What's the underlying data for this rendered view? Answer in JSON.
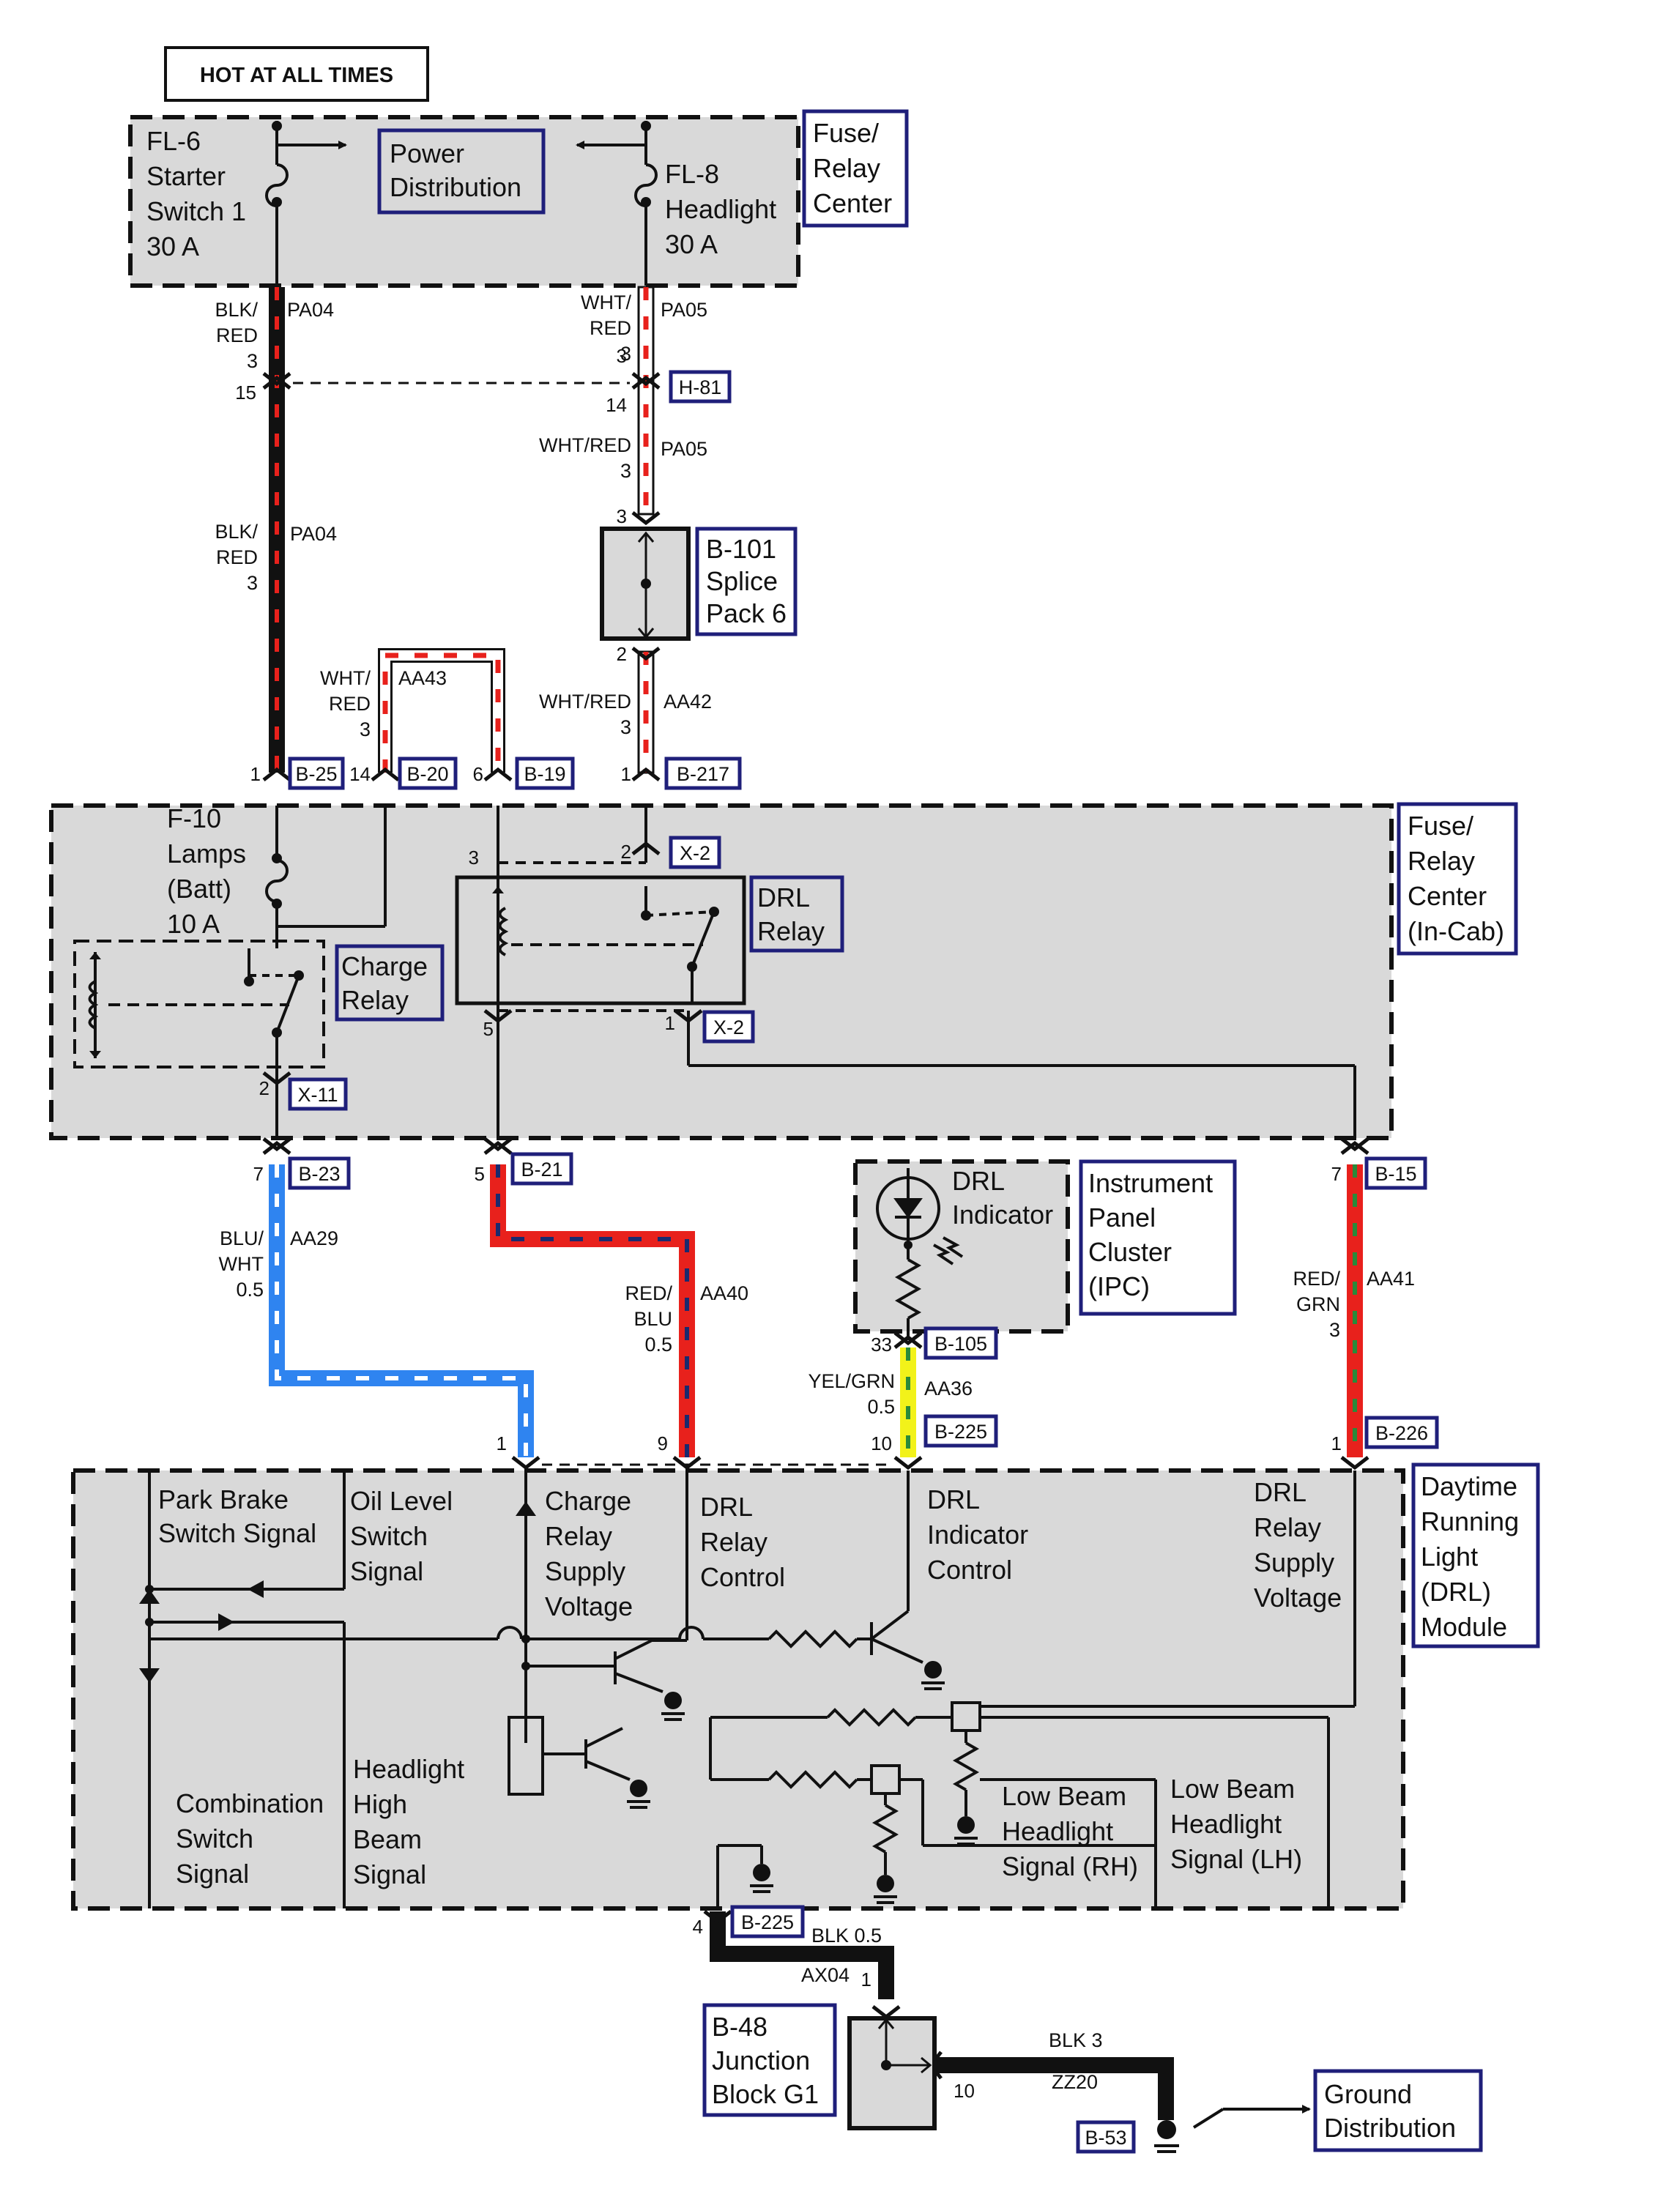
{
  "header": {
    "hot": "HOT AT ALL TIMES"
  },
  "top_box": {
    "fuse_left": [
      "FL-6",
      "Starter",
      "Switch 1",
      "30 A"
    ],
    "fuse_right": [
      "FL-8",
      "Headlight",
      "30 A"
    ],
    "power_dist": [
      "Power",
      "Distribution"
    ],
    "side": [
      "Fuse/",
      "Relay",
      "Center"
    ]
  },
  "wires": {
    "pa04_top": {
      "color": [
        "BLK/",
        "RED"
      ],
      "gauge": "3",
      "circuit": "PA04"
    },
    "pa05_top": {
      "color": [
        "WHT/",
        "RED"
      ],
      "gauge": "3",
      "circuit": "PA05"
    },
    "pa05_mid": {
      "color": "WHT/RED",
      "gauge": "3",
      "circuit": "PA05"
    },
    "pa04_mid": {
      "color": [
        "BLK/",
        "RED"
      ],
      "gauge": "3",
      "circuit": "PA04"
    },
    "aa43": {
      "color": [
        "WHT/",
        "RED"
      ],
      "gauge": "3",
      "circuit": "AA43"
    },
    "aa42": {
      "color": "WHT/RED",
      "gauge": "3",
      "circuit": "AA42"
    },
    "aa29": {
      "color": [
        "BLU/",
        "WHT"
      ],
      "gauge": "0.5",
      "circuit": "AA29"
    },
    "aa40": {
      "color": [
        "RED/",
        "BLU"
      ],
      "gauge": "0.5",
      "circuit": "AA40"
    },
    "aa36": {
      "color": "YEL/GRN",
      "gauge": "0.5",
      "circuit": "AA36"
    },
    "aa41": {
      "color": [
        "RED/",
        "GRN"
      ],
      "gauge": "3",
      "circuit": "AA41"
    },
    "ground1": {
      "label": "BLK 0.5",
      "circuit": "AX04"
    },
    "ground2": {
      "label": "BLK 3",
      "circuit": "ZZ20"
    }
  },
  "connectors": {
    "h81": "H-81",
    "b25": "B-25",
    "b20": "B-20",
    "b19": "B-19",
    "b217": "B-217",
    "x2a": "X-2",
    "x2b": "X-2",
    "x11": "X-11",
    "b23": "B-23",
    "b21": "B-21",
    "b105": "B-105",
    "b225a": "B-225",
    "b15": "B-15",
    "b226": "B-226",
    "b225b": "B-225",
    "b53": "B-53"
  },
  "pins": {
    "p15": "15",
    "p3a": "3",
    "p3b": "3",
    "p14h": "14",
    "p3c": "3",
    "p2s": "2",
    "p1b25": "1",
    "p14b20": "14",
    "p6b19": "6",
    "p1b217": "1",
    "p3x": "3",
    "p2x": "2",
    "p5x": "5",
    "p1x": "1",
    "p2x11": "2",
    "p7b23": "7",
    "p5b21": "5",
    "p33": "33",
    "p7b15": "7",
    "p1m": "1",
    "p9m": "9",
    "p10m": "10",
    "p1b226": "1",
    "p4": "4",
    "p1j": "1",
    "p10j": "10"
  },
  "splice": [
    "B-101",
    "Splice",
    "Pack 6"
  ],
  "incab": {
    "fuse": [
      "F-10",
      "Lamps",
      "(Batt)",
      "10 A"
    ],
    "charge_relay": [
      "Charge",
      "Relay"
    ],
    "drl_relay": [
      "DRL",
      "Relay"
    ],
    "side": [
      "Fuse/",
      "Relay",
      "Center",
      "(In-Cab)"
    ]
  },
  "ipc": {
    "indicator": [
      "DRL",
      "Indicator"
    ],
    "side": [
      "Instrument",
      "Panel",
      "Cluster",
      "(IPC)"
    ]
  },
  "module": {
    "park_brake": [
      "Park Brake",
      "Switch Signal"
    ],
    "oil_level": [
      "Oil Level",
      "Switch",
      "Signal"
    ],
    "charge_relay_supply": [
      "Charge",
      "Relay",
      "Supply",
      "Voltage"
    ],
    "drl_relay_control": [
      "DRL",
      "Relay",
      "Control"
    ],
    "drl_indicator_control": [
      "DRL",
      "Indicator",
      "Control"
    ],
    "drl_relay_supply": [
      "DRL",
      "Relay",
      "Supply",
      "Voltage"
    ],
    "combination": [
      "Combination",
      "Switch",
      "Signal"
    ],
    "headlight_high": [
      "Headlight",
      "High",
      "Beam",
      "Signal"
    ],
    "low_beam_rh": [
      "Low Beam",
      "Headlight",
      "Signal (RH)"
    ],
    "low_beam_lh": [
      "Low Beam",
      "Headlight",
      "Signal (LH)"
    ],
    "side": [
      "Daytime",
      "Running",
      "Light",
      "(DRL)",
      "Module"
    ]
  },
  "junction": [
    "B-48",
    "Junction",
    "Block G1"
  ],
  "ground_dist": [
    "Ground",
    "Distribution"
  ],
  "colors": {
    "panel": "#d9d9d9",
    "callout_border": "#1f1f7a",
    "red": "#e8211c",
    "blue": "#2f84f0",
    "yellow": "#f2f21a",
    "green": "#2a8a3a",
    "navy": "#1a2a6e"
  }
}
